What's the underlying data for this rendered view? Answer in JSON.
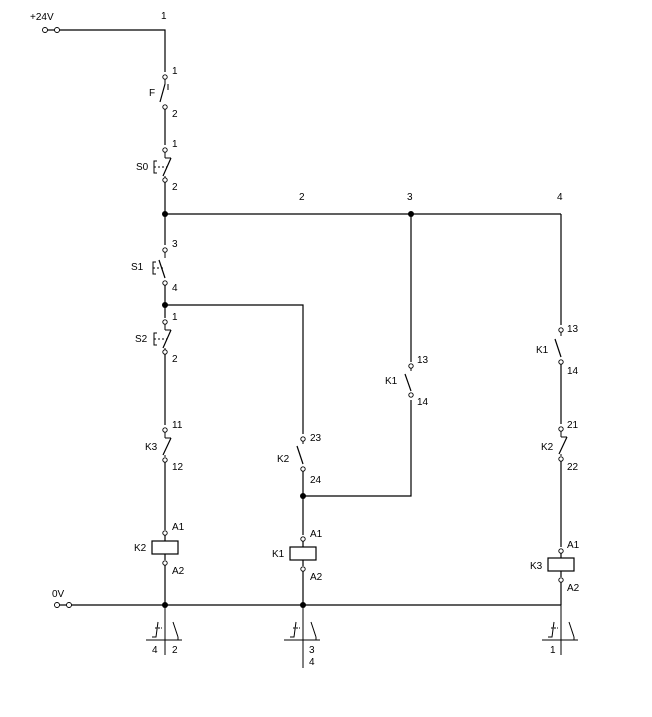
{
  "supply": {
    "positive": "+24V",
    "negative": "0V"
  },
  "column_numbers": {
    "c1": "1",
    "c2": "2",
    "c3": "3",
    "c4": "4"
  },
  "fuse": {
    "name": "F",
    "pin_top": "1",
    "pin_bottom": "2"
  },
  "s0": {
    "name": "S0",
    "pin_top": "1",
    "pin_bottom": "2"
  },
  "s1": {
    "name": "S1",
    "pin_top": "3",
    "pin_bottom": "4"
  },
  "s2": {
    "name": "S2",
    "pin_top": "1",
    "pin_bottom": "2"
  },
  "k3_nc": {
    "name": "K3",
    "pin_top": "11",
    "pin_bottom": "12"
  },
  "k2_coil": {
    "name": "K2",
    "pin_top": "A1",
    "pin_bottom": "A2"
  },
  "k2_no": {
    "name": "K2",
    "pin_top": "23",
    "pin_bottom": "24"
  },
  "k1_coil": {
    "name": "K1",
    "pin_top": "A1",
    "pin_bottom": "A2"
  },
  "k1_hold": {
    "name": "K1",
    "pin_top": "13",
    "pin_bottom": "14"
  },
  "k1_no_r": {
    "name": "K1",
    "pin_top": "13",
    "pin_bottom": "14"
  },
  "k2_nc": {
    "name": "K2",
    "pin_top": "21",
    "pin_bottom": "22"
  },
  "k3_coil": {
    "name": "K3",
    "pin_top": "A1",
    "pin_bottom": "A2"
  },
  "xref": {
    "col1_left": "4",
    "col1_right": "2",
    "col2_a": "3",
    "col2_b": "4",
    "col4": "1"
  }
}
